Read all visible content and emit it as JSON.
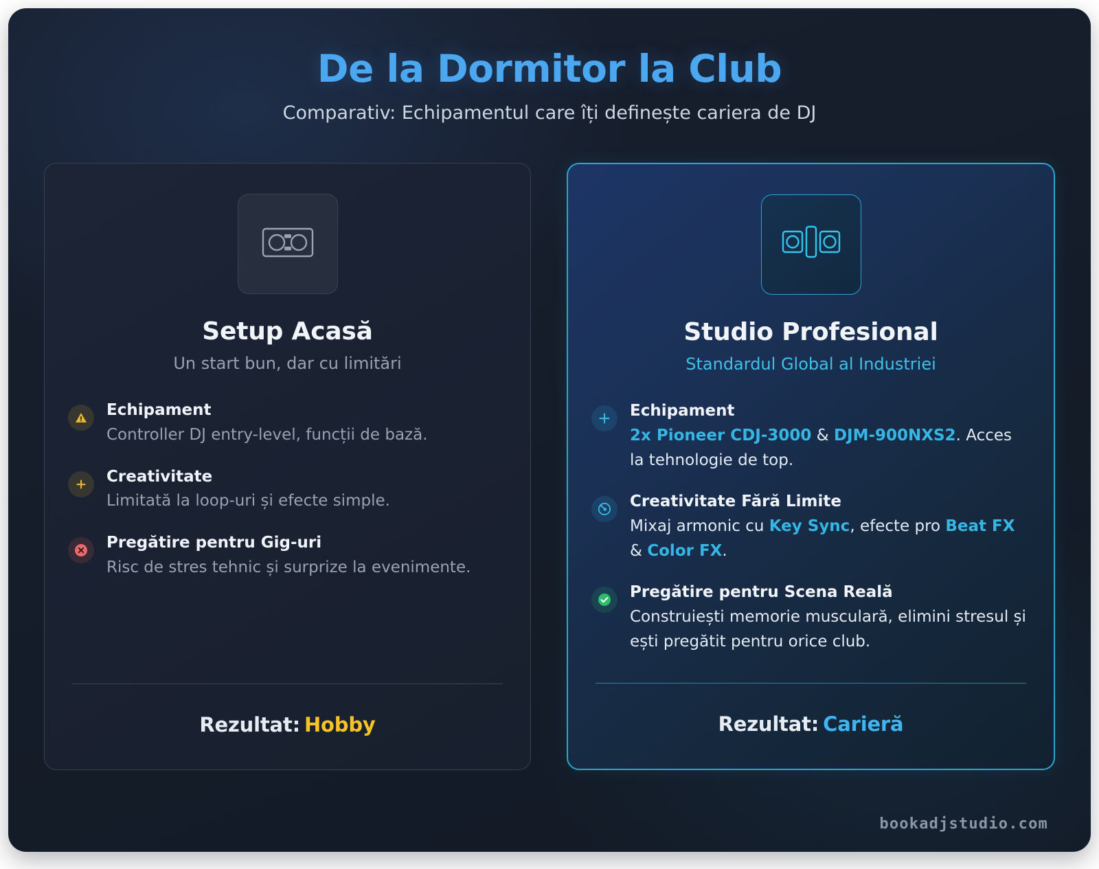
{
  "header": {
    "title": "De la Dormitor la Club",
    "subtitle": "Comparativ: Echipamentul care îți definește cariera de DJ"
  },
  "colors": {
    "title_blue": "#4aa7f0",
    "accent_cyan": "#35b6e4",
    "pro_border": "#2aa6cf",
    "result_gold": "#f5c328",
    "result_cyan": "#3fb4ef",
    "warn_amber": "#e9b42e",
    "error_red": "#e25c5c",
    "success_green": "#2cbe6e",
    "panel_bg": "#161d2b"
  },
  "cards": [
    {
      "id": "basic",
      "icon": "dj-controller-icon",
      "title": "Setup Acasă",
      "subtitle": "Un start bun, dar cu limitări",
      "features": [
        {
          "icon": "warning-triangle-icon",
          "title": "Echipament",
          "desc": "Controller DJ entry-level, funcții de bază."
        },
        {
          "icon": "plus-icon",
          "title": "Creativitate",
          "desc": "Limitată la loop-uri și efecte simple."
        },
        {
          "icon": "x-circle-icon",
          "title": "Pregătire pentru Gig-uri",
          "desc": "Risc de stres tehnic și surprize la evenimente."
        }
      ],
      "result_label": "Rezultat:",
      "result_value": "Hobby"
    },
    {
      "id": "pro",
      "icon": "cdj-mixer-icon",
      "title": "Studio Profesional",
      "subtitle": "Standardul Global al Industriei",
      "features": [
        {
          "icon": "plus-icon",
          "title": "Echipament",
          "desc_parts": [
            {
              "text": "2x Pioneer CDJ-3000",
              "style": "highlight"
            },
            {
              "text": " & ",
              "style": "plain"
            },
            {
              "text": "DJM-900NXS2",
              "style": "highlight"
            },
            {
              "text": ". Acces la tehnologie de top.",
              "style": "plain"
            }
          ]
        },
        {
          "icon": "turntable-disc-icon",
          "title": "Creativitate Fără Limite",
          "desc_parts": [
            {
              "text": "Mixaj armonic cu ",
              "style": "plain"
            },
            {
              "text": "Key Sync",
              "style": "highlight"
            },
            {
              "text": ", efecte pro ",
              "style": "plain"
            },
            {
              "text": "Beat FX",
              "style": "highlight"
            },
            {
              "text": " & ",
              "style": "plain"
            },
            {
              "text": "Color FX",
              "style": "highlight"
            },
            {
              "text": ".",
              "style": "plain"
            }
          ]
        },
        {
          "icon": "check-circle-icon",
          "title": "Pregătire pentru Scena Reală",
          "desc_parts": [
            {
              "text": "Construiești memorie musculară, elimini stresul și ești pregătit pentru orice club.",
              "style": "plain"
            }
          ]
        }
      ],
      "result_label": "Rezultat:",
      "result_value": "Carieră"
    }
  ],
  "watermark": "bookadjstudio.com"
}
